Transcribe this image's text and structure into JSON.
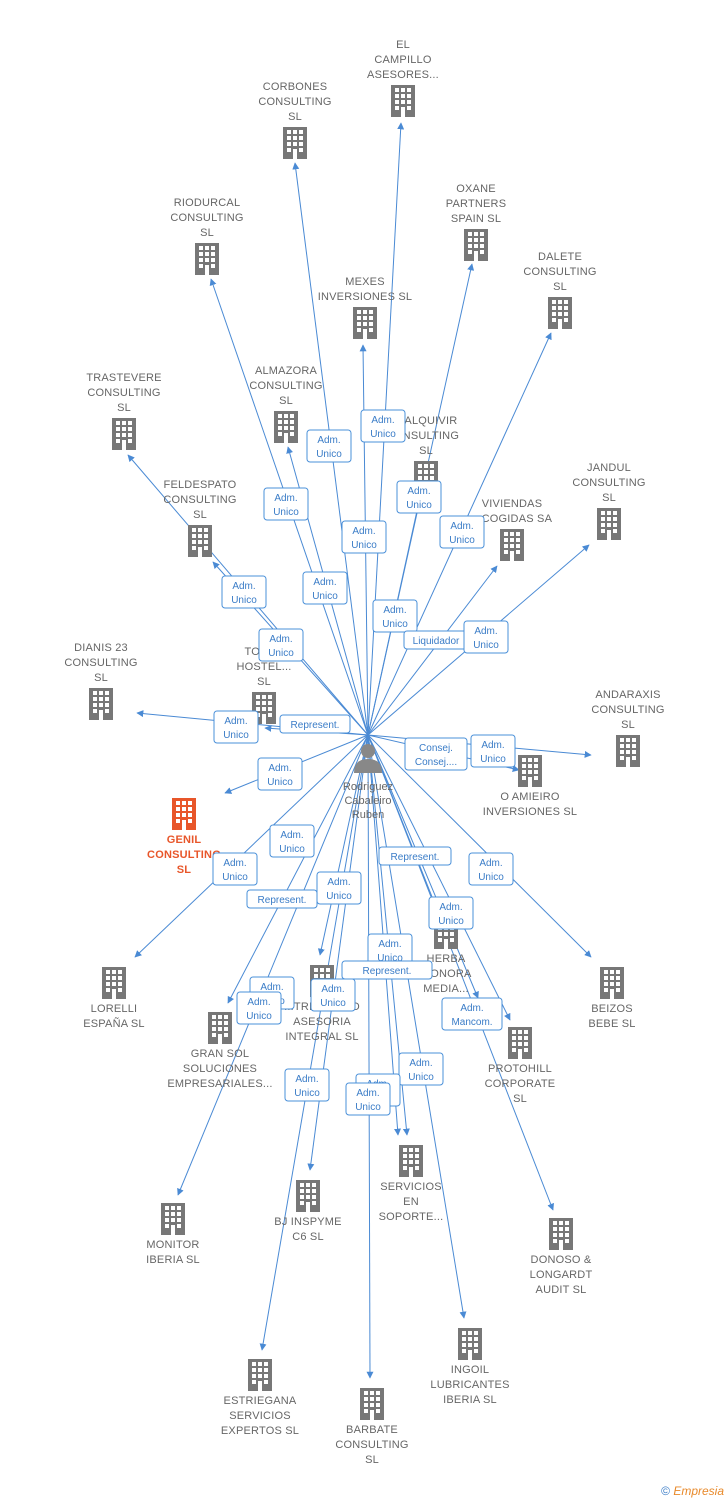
{
  "colors": {
    "edge": "#4a8ad4",
    "building": "#777777",
    "target": "#e8562a",
    "person": "#888888"
  },
  "person": {
    "name_lines": [
      "Rodriguez",
      "Cabaleiro",
      "Ruben"
    ],
    "icon": "person-icon"
  },
  "companies": [
    {
      "id": "campillo",
      "lines": [
        "EL",
        "CAMPILLO",
        "ASESORES..."
      ]
    },
    {
      "id": "corbones",
      "lines": [
        "CORBONES",
        "CONSULTING",
        "SL"
      ]
    },
    {
      "id": "oxane",
      "lines": [
        "OXANE",
        "PARTNERS",
        "SPAIN  SL"
      ]
    },
    {
      "id": "riodurcal",
      "lines": [
        "RIODURCAL",
        "CONSULTING",
        "SL"
      ]
    },
    {
      "id": "dalete",
      "lines": [
        "DALETE",
        "CONSULTING",
        "SL"
      ]
    },
    {
      "id": "mexes",
      "lines": [
        "MEXES",
        "INVERSIONES SL"
      ]
    },
    {
      "id": "almazora",
      "lines": [
        "ALMAZORA",
        "CONSULTING",
        "SL"
      ]
    },
    {
      "id": "guadalquivir",
      "lines": [
        "...ALQUIVIR",
        "...NSULTING",
        "SL"
      ]
    },
    {
      "id": "trastevere",
      "lines": [
        "TRASTEVERE",
        "CONSULTING",
        "SL"
      ]
    },
    {
      "id": "jandul",
      "lines": [
        "JANDUL",
        "CONSULTING",
        "SL"
      ]
    },
    {
      "id": "viviendas",
      "lines": [
        "VIVIENDAS",
        "...COGIDAS SA"
      ]
    },
    {
      "id": "feldespato",
      "lines": [
        "FELDESPATO",
        "CONSULTING",
        "SL"
      ]
    },
    {
      "id": "dianis",
      "lines": [
        "DIANIS 23",
        "CONSULTING",
        "SL"
      ]
    },
    {
      "id": "tokyo",
      "lines": [
        "TOKY...",
        "HOSTEL...",
        "SL"
      ]
    },
    {
      "id": "andaraxis",
      "lines": [
        "ANDARAXIS",
        "CONSULTING",
        "SL"
      ]
    },
    {
      "id": "amieiro",
      "lines": [
        "O AMIEIRO",
        "INVERSIONES SL"
      ]
    },
    {
      "id": "genil",
      "lines": [
        "GENIL",
        "CONSULTING",
        "SL"
      ],
      "target": true
    },
    {
      "id": "lorelli",
      "lines": [
        "LORELLI",
        "ESPAÑA  SL"
      ]
    },
    {
      "id": "beizos",
      "lines": [
        "BEIZOS",
        "BEBE  SL"
      ]
    },
    {
      "id": "herba",
      "lines": [
        "HERBA",
        "...ONORA",
        "MEDIA..."
      ]
    },
    {
      "id": "gransol",
      "lines": [
        "GRAN SOL",
        "SOLUCIONES",
        "EMPRESARIALES..."
      ]
    },
    {
      "id": "triangulo",
      "lines": [
        "...TRIANGULO",
        "ASESORIA",
        "INTEGRAL  SL"
      ]
    },
    {
      "id": "protohill",
      "lines": [
        "PROTOHILL",
        "CORPORATE",
        "SL"
      ]
    },
    {
      "id": "servicios",
      "lines": [
        "SERVICIOS",
        "EN",
        "SOPORTE..."
      ]
    },
    {
      "id": "bjinspyme",
      "lines": [
        "BJ INSPYME",
        "C6 SL"
      ]
    },
    {
      "id": "monitor",
      "lines": [
        "MONITOR",
        "IBERIA SL"
      ]
    },
    {
      "id": "donoso",
      "lines": [
        "DONOSO &",
        "LONGARDT",
        "AUDIT SL"
      ]
    },
    {
      "id": "ingoil",
      "lines": [
        "INGOIL",
        "LUBRICANTES",
        "IBERIA  SL"
      ]
    },
    {
      "id": "estriegana",
      "lines": [
        "ESTRIEGANA",
        "SERVICIOS",
        "EXPERTOS  SL"
      ]
    },
    {
      "id": "barbate",
      "lines": [
        "BARBATE",
        "CONSULTING",
        "SL"
      ]
    }
  ],
  "edge_labels": [
    {
      "id": "e1",
      "lines": [
        "Adm.",
        "Unico"
      ]
    },
    {
      "id": "e2",
      "lines": [
        "Adm.",
        "Unico"
      ]
    },
    {
      "id": "e3",
      "lines": [
        "Adm.",
        "Unico"
      ]
    },
    {
      "id": "e4",
      "lines": [
        "Adm.",
        "Unico"
      ]
    },
    {
      "id": "e5",
      "lines": [
        "Adm.",
        "Unico"
      ]
    },
    {
      "id": "e6",
      "lines": [
        "Adm.",
        "Unico"
      ]
    },
    {
      "id": "e7",
      "lines": [
        "Adm.",
        "Unico"
      ]
    },
    {
      "id": "e8",
      "lines": [
        "Adm.",
        "Unico"
      ]
    },
    {
      "id": "e9",
      "lines": [
        "Adm.",
        "Unico"
      ]
    },
    {
      "id": "e10",
      "lines": [
        "Adm.",
        "Unico"
      ]
    },
    {
      "id": "e11",
      "lines": [
        "Liquidador"
      ]
    },
    {
      "id": "e12",
      "lines": [
        "Adm.",
        "Unico"
      ]
    },
    {
      "id": "e13",
      "lines": [
        "Adm.",
        "Unico"
      ]
    },
    {
      "id": "e14",
      "lines": [
        "Represent."
      ]
    },
    {
      "id": "e15",
      "lines": [
        "Consej.",
        "Consej...."
      ]
    },
    {
      "id": "e16",
      "lines": [
        "Adm.",
        "Unico"
      ]
    },
    {
      "id": "e17",
      "lines": [
        "Adm.",
        "Unico"
      ]
    },
    {
      "id": "e18",
      "lines": [
        "Adm.",
        "Unico"
      ]
    },
    {
      "id": "e19",
      "lines": [
        "Adm.",
        "Unico"
      ]
    },
    {
      "id": "e20",
      "lines": [
        "Represent."
      ]
    },
    {
      "id": "e21",
      "lines": [
        "Adm.",
        "Unico"
      ]
    },
    {
      "id": "e22",
      "lines": [
        "Represent."
      ]
    },
    {
      "id": "e23",
      "lines": [
        "Adm.",
        "Unico"
      ]
    },
    {
      "id": "e24",
      "lines": [
        "Adm.",
        "Unico"
      ]
    },
    {
      "id": "e25",
      "lines": [
        "Adm.",
        "Unico"
      ]
    },
    {
      "id": "e26",
      "lines": [
        "Represent."
      ]
    },
    {
      "id": "e27",
      "lines": [
        "Adm.",
        "Unico"
      ]
    },
    {
      "id": "e28",
      "lines": [
        "Adm.",
        "Unico"
      ]
    },
    {
      "id": "e29",
      "lines": [
        "Adm.",
        "Unico"
      ]
    },
    {
      "id": "e30",
      "lines": [
        "Adm.",
        "Mancom."
      ]
    },
    {
      "id": "e31",
      "lines": [
        "Adm.",
        "Unico"
      ]
    },
    {
      "id": "e32",
      "lines": [
        "Adm.",
        "Unico"
      ]
    },
    {
      "id": "e33",
      "lines": [
        "Adm.",
        "Unico"
      ]
    },
    {
      "id": "e34",
      "lines": [
        "Adm.",
        "Unico"
      ]
    }
  ],
  "footer": {
    "symbol": "©",
    "brand": "Empresia"
  }
}
